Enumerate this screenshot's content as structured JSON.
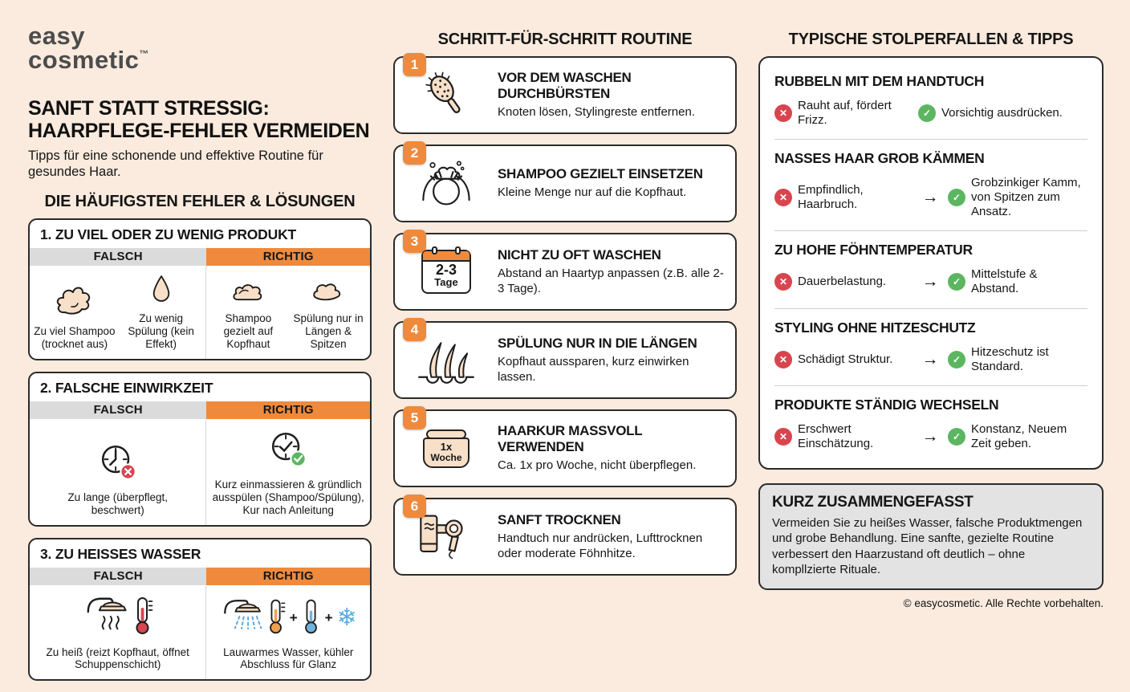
{
  "colors": {
    "background": "#FAEBDE",
    "accent_orange": "#EF8A3D",
    "falsch_gray": "#DBDBDB",
    "error_red": "#D8454F",
    "success_green": "#5CB661",
    "cool_blue": "#55AEE0",
    "icon_peach": "#F8DFC8",
    "summary_gray": "#E3E3E3"
  },
  "icons": {
    "x": "✕",
    "check": "✓",
    "arrow": "→",
    "plus": "+",
    "snowflake": "❄"
  },
  "brand": {
    "line1": "easy",
    "line2": "cosmetic",
    "tm": "™"
  },
  "intro": {
    "title_line1": "SANFT STATT STRESSIG:",
    "title_line2": "HAARPFLEGE-FEHLER VERMEIDEN",
    "subtitle": "Tipps für eine schonende und effektive Routine für gesundes Haar."
  },
  "mistakes": {
    "section_title": "DIE HÄUFIGSTEN FEHLER & LÖSUNGEN",
    "falsch_label": "FALSCH",
    "richtig_label": "RICHTIG",
    "cards": [
      {
        "title": "1. ZU VIEL ODER ZU WENIG PRODUKT",
        "falsch": [
          {
            "icon": "foam-large-icon",
            "caption": "Zu viel Shampoo (trocknet aus)"
          },
          {
            "icon": "droplet-icon",
            "caption": "Zu wenig Spülung (kein Effekt)"
          }
        ],
        "richtig": [
          {
            "icon": "foam-small-icon",
            "caption": "Shampoo gezielt auf Kopfhaut"
          },
          {
            "icon": "foam-medium-icon",
            "caption": "Spülung nur in Längen & Spitzen"
          }
        ]
      },
      {
        "title": "2. FALSCHE EINWIRKZEIT",
        "falsch": [
          {
            "icon": "clock-x-icon",
            "caption": "Zu lange (überpflegt, beschwert)"
          }
        ],
        "richtig": [
          {
            "icon": "clock-check-icon",
            "caption": "Kurz einmassieren & gründlich ausspülen (Shampoo/Spülung), Kur nach Anleitung"
          }
        ]
      },
      {
        "title": "3. ZU HEISSES WASSER",
        "falsch": [
          {
            "icon": "hot-shower-thermometer-icon",
            "caption": "Zu heiß (reizt Kopfhaut, öffnet Schuppenschicht)"
          }
        ],
        "richtig": [
          {
            "icon": "lukewarm-shower-thermometers-snowflake-icon",
            "caption": "Lauwarmes Wasser, kühler Abschluss für Glanz"
          }
        ]
      }
    ]
  },
  "routine": {
    "section_title": "SCHRITT-FÜR-SCHRITT ROUTINE",
    "steps": [
      {
        "num": "1",
        "icon": "hairbrush-icon",
        "title": "VOR DEM WASCHEN DURCHBÜRSTEN",
        "desc": "Knoten lösen, Stylingreste entfernen."
      },
      {
        "num": "2",
        "icon": "hair-washing-icon",
        "title": "SHAMPOO GEZIELT EINSETZEN",
        "desc": "Kleine Menge nur auf die Kopfhaut."
      },
      {
        "num": "3",
        "icon": "calendar-icon",
        "cal_top": "2-3",
        "cal_bottom": "Tage",
        "title": "NICHT ZU OFT WASCHEN",
        "desc": "Abstand an Haartyp anpassen (z.B. alle 2-3 Tage)."
      },
      {
        "num": "4",
        "icon": "hair-follicle-icon",
        "title": "SPÜLUNG NUR IN DIE LÄNGEN",
        "desc": "Kopfhaut aussparen, kurz einwirken lassen."
      },
      {
        "num": "5",
        "icon": "cream-jar-icon",
        "jar_top": "1x",
        "jar_bottom": "Woche",
        "title": "HAARKUR MASSVOLL VERWENDEN",
        "desc": "Ca. 1x pro Woche, nicht überpflegen."
      },
      {
        "num": "6",
        "icon": "towel-hairdryer-icon",
        "title": "SANFT TROCKNEN",
        "desc": "Handtuch nur andrücken, Lufttrocknen oder moderate Föhnhitze."
      }
    ]
  },
  "tips": {
    "section_title": "TYPISCHE STOLPERFALLEN & TIPPS",
    "items": [
      {
        "title": "RUBBELN MIT DEM HANDTUCH",
        "wrong": "Rauht auf, fördert Frizz.",
        "right": "Vorsichtig ausdrücken."
      },
      {
        "title": "NASSES HAAR GROB KÄMMEN",
        "wrong": "Empfindlich, Haarbruch.",
        "right": "Grobzinkiger Kamm, von Spitzen zum Ansatz."
      },
      {
        "title": "ZU HOHE FÖHNTEMPERATUR",
        "wrong": "Dauerbelastung.",
        "right": "Mittelstufe & Abstand."
      },
      {
        "title": "STYLING OHNE HITZESCHUTZ",
        "wrong": "Schädigt Struktur.",
        "right": "Hitzeschutz ist Standard."
      },
      {
        "title": "PRODUKTE STÄNDIG WECHSELN",
        "wrong": "Erschwert Einschätzung.",
        "right": "Konstanz, Neuem Zeit geben."
      }
    ]
  },
  "summary": {
    "title": "KURZ ZUSAMMENGEFASST",
    "text": "Vermeiden Sie zu heißes Wasser, falsche Produktmengen und grobe Behandlung. Eine sanfte, gezielte Routine verbessert den Haarzustand oft deutlich – ohne kompllzierte Rituale."
  },
  "footer": {
    "copyright": "© easycosmetic. Alle Rechte vorbehalten."
  }
}
